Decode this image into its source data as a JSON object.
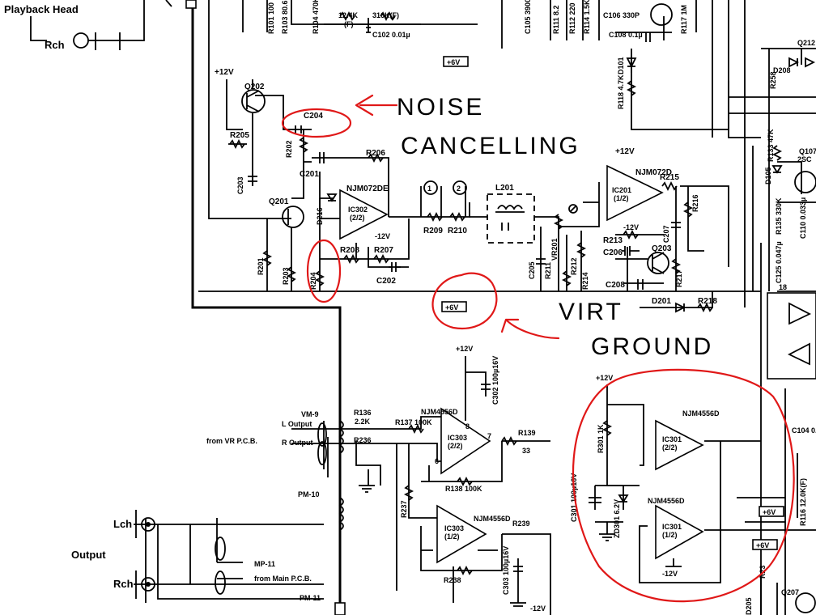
{
  "labels": {
    "playback_head": "Playback Head",
    "rch_top": "Rch",
    "plus12v_q202": "+12V",
    "q202": "Q202",
    "c204": "C204",
    "r205": "R205",
    "r202": "R202",
    "c201": "C201",
    "c203": "C203",
    "q201": "Q201",
    "r206": "R206",
    "njm072de": "NJM072DE",
    "ic302": "IC302",
    "ic302_half": "(2/2)",
    "d216": "D216",
    "minus12v_ic302": "-12V",
    "r208": "R208",
    "r207": "R207",
    "c202": "C202",
    "r201": "R201",
    "r203": "R203",
    "r204": "R204",
    "r209": "R209",
    "r210": "R210",
    "l201": "L201",
    "vr201": "VR201",
    "r211": "R211",
    "r212": "R212",
    "r214": "R214",
    "c205": "C205",
    "plus12v_ic201": "+12V",
    "njm072d": "NJM072D",
    "ic201": "IC201",
    "ic201_half": "(1/2)",
    "minus12v_ic201": "-12V",
    "r215": "R215",
    "r216": "R216",
    "c207": "C207",
    "r213": "R213",
    "c206": "C206",
    "q203": "Q203",
    "c208": "C208",
    "r217": "R217",
    "d201": "D201",
    "r218": "R218",
    "plus6v_top": "+6V",
    "plus6v_mid": "+6V",
    "plus6v_r1": "+6V",
    "plus6v_r2": "+6V",
    "r101": "R101 100",
    "r103": "R103 80.6IF",
    "r104": "R104 470K",
    "r_124k": "12.4K",
    "r_124k_f": "(F)",
    "r_316k": "316K(F)",
    "c102": "C102 0.01µ",
    "c105": "C105 3900P",
    "r111": "R111 8.2",
    "r112": "R112 220",
    "r114": "R114 1.5K",
    "c106": "C106 330P",
    "c108": "C108 0.1µ",
    "r117": "R117 1M",
    "d101": "D101",
    "r118": "R118 4.7K",
    "q212": "Q212",
    "r258": "R258",
    "d208": "D208",
    "r133": "R133 47K",
    "q107": "Q107",
    "q107_part": "2SC",
    "d105": "D105",
    "r135": "R135 330K",
    "c110": "C110 0.033µ",
    "c125": "C125 0.047µ",
    "n18": "18",
    "vm9": "VM-9",
    "l_output": "L Output",
    "r_output": "R Output",
    "from_vr": "from VR P.C.B.",
    "r136": "R136",
    "r136_val": "2.2K",
    "r236": "R236",
    "r137": "R137 100K",
    "njm4556d_303": "NJM4556D",
    "ic303": "IC303",
    "ic303_half": "(2/2)",
    "pin8": "8",
    "pin7": "7",
    "pin6": "6",
    "plus12v_c302": "+12V",
    "c302": "C302 100µ16V",
    "r139": "R139",
    "r139_val": "33",
    "r138": "R138 100K",
    "pm10": "PM-10",
    "r237": "R237",
    "ic303b": "IC303",
    "ic303b_half": "(1/2)",
    "njm4556d_303b": "NJM4556D",
    "r239": "R239",
    "r238": "R238",
    "c303": "C303 100µ16V",
    "minus12v_c303": "-12V",
    "lch": "Lch",
    "rch": "Rch",
    "output": "Output",
    "mp11": "MP-11",
    "from_main": "from Main P.C.B.",
    "pm11": "PM-11",
    "plus12v_r301": "+12V",
    "r301": "R301 1K",
    "njm4556d_301a": "NJM4556D",
    "ic301a": "IC301",
    "ic301a_half": "(2/2)",
    "njm4556d_301b": "NJM4556D",
    "ic301b": "IC301",
    "ic301b_half": "(1/2)",
    "c301": "C301 100µ16V",
    "zd301": "ZD301 6.2V",
    "minus12v_ic301": "-12V",
    "c104": "C104 0.033µ",
    "r116": "R116 12.0K(F)",
    "r23": "R23",
    "q207": "Q207",
    "d205": "D205"
  },
  "annotations": {
    "noise_1": "NOISE",
    "noise_2": "CANCELLING",
    "virt_1": "VIRT",
    "virt_2": "GROUND"
  },
  "colors": {
    "ink": "#000000",
    "annotation_red": "#e01818",
    "paper": "#ffffff"
  }
}
